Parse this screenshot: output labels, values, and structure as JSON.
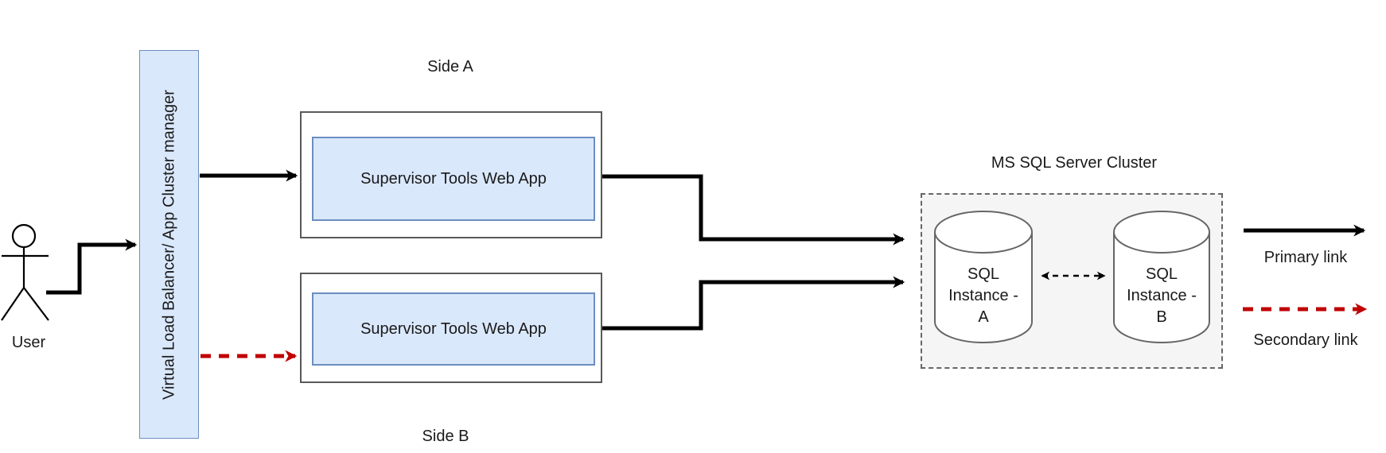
{
  "diagram": {
    "user": {
      "label": "User"
    },
    "load_balancer": {
      "label": "Virtual Load Balancer/ App Cluster manager"
    },
    "side_a": {
      "title": "Side A",
      "app_label": "Supervisor Tools Web App"
    },
    "side_b": {
      "title": "Side B",
      "app_label": "Supervisor Tools Web App"
    },
    "sql_cluster": {
      "title": "MS SQL Server Cluster",
      "instance_a_label": "SQL\nInstance -\nA",
      "instance_b_label": "SQL\nInstance -\nB"
    },
    "legend": {
      "primary_label": "Primary link",
      "secondary_label": "Secondary link"
    },
    "colors": {
      "box_fill": "#dae8fc",
      "box_border": "#6c8ebf",
      "outer_border": "#595959",
      "cluster_fill": "#f5f5f5",
      "cluster_border": "#666666",
      "cyl_stroke": "#666666",
      "primary_link": "#000000",
      "secondary_link": "#c00000"
    }
  }
}
